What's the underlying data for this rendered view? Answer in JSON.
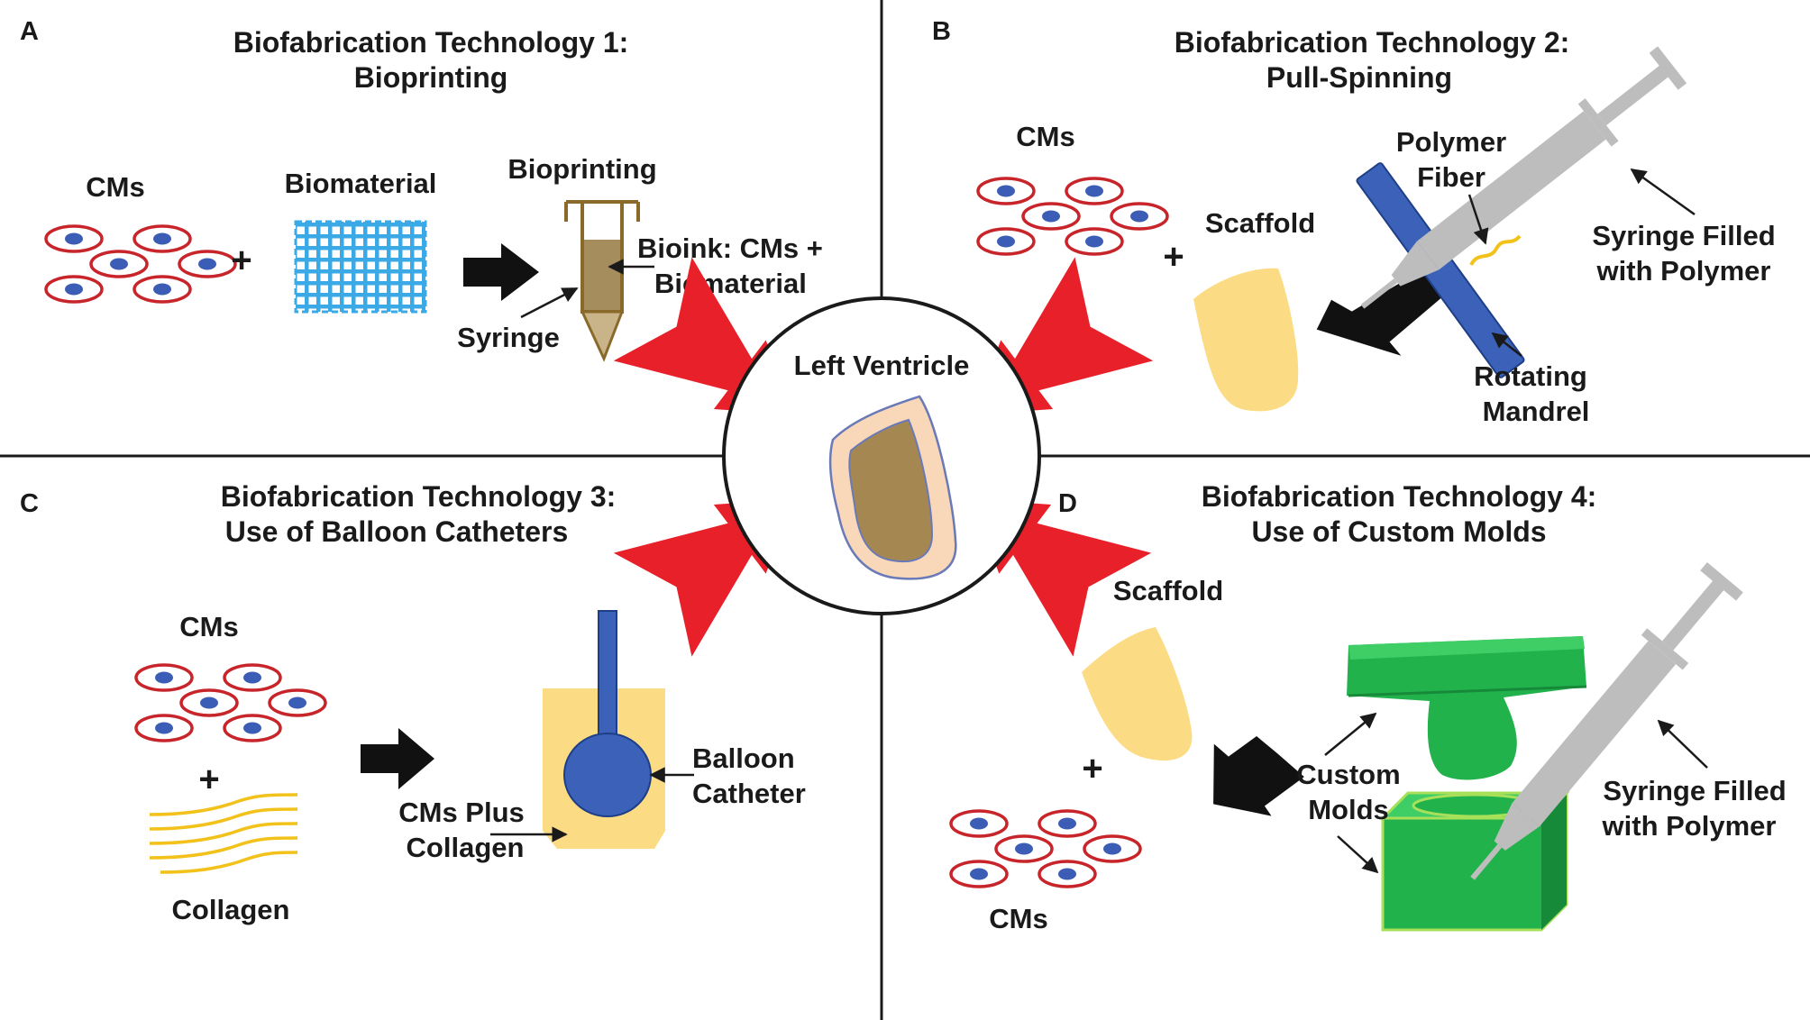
{
  "colors": {
    "cell_outline": "#c8252b",
    "cell_nucleus": "#3b5db5",
    "red_arrow": "#e8202a",
    "blue": "#3b62b8",
    "scaffold": "#fbdc85",
    "green": "#22b24c",
    "syringe": "#bdbdbd",
    "biomaterial": "#3aa9e6",
    "bioink": "#a58d5d",
    "ventricle_outer": "#f8d8b8",
    "ventricle_inner": "#a58752",
    "collagen": "#f2c21a"
  },
  "center": {
    "label": "Left Ventricle"
  },
  "panels": {
    "a": {
      "letter": "A",
      "title_line1": "Biofabrication Technology 1:",
      "title_line2": "Bioprinting",
      "cms": "CMs",
      "plus": "+",
      "biomaterial": "Biomaterial",
      "bioprinting": "Bioprinting",
      "bioink_line1": "Bioink: CMs +",
      "bioink_line2": "Biomaterial",
      "syringe": "Syringe"
    },
    "b": {
      "letter": "B",
      "title_line1": "Biofabrication Technology 2:",
      "title_line2": "Pull-Spinning",
      "cms": "CMs",
      "plus": "+",
      "scaffold": "Scaffold",
      "polymer_line1": "Polymer",
      "polymer_line2": "Fiber",
      "syringe_line1": "Syringe Filled",
      "syringe_line2": "with Polymer",
      "mandrel_line1": "Rotating",
      "mandrel_line2": "Mandrel"
    },
    "c": {
      "letter": "C",
      "title_line1": "Biofabrication Technology 3:",
      "title_line2": "Use of Balloon Catheters",
      "cms": "CMs",
      "plus": "+",
      "collagen": "Collagen",
      "mix_line1": "CMs Plus",
      "mix_line2": "Collagen",
      "balloon_line1": "Balloon",
      "balloon_line2": "Catheter"
    },
    "d": {
      "letter": "D",
      "title_line1": "Biofabrication Technology 4:",
      "title_line2": "Use of Custom Molds",
      "scaffold": "Scaffold",
      "plus": "+",
      "cms": "CMs",
      "molds_line1": "Custom",
      "molds_line2": "Molds",
      "syringe_line1": "Syringe Filled",
      "syringe_line2": "with Polymer"
    }
  }
}
